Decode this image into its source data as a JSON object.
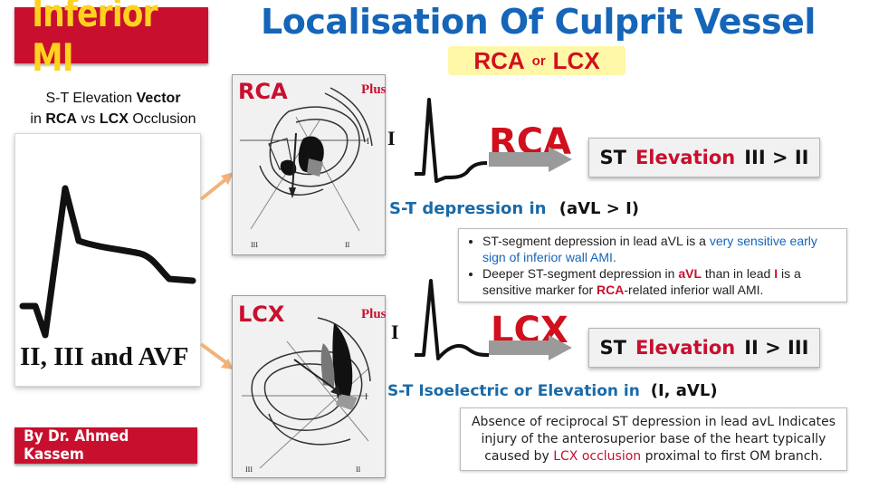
{
  "header": {
    "badge": "Inferior MI",
    "title": "Localisation Of Culprit Vessel",
    "subtitle": {
      "left": "RCA",
      "middle": "or",
      "right": "LCX"
    }
  },
  "left_panel": {
    "vector_label_line1_pre": "S-T Elevation ",
    "vector_label_line1_bold": "Vector",
    "vector_label_line2_pre": "in ",
    "vector_label_line2_a": "RCA",
    "vector_label_line2_mid": " vs ",
    "vector_label_line2_b": "LCX",
    "vector_label_line2_post": " Occlusion",
    "leads": "II, III and AVF",
    "author": "By Dr. Ahmed Kassem"
  },
  "rca": {
    "tag": "RCA",
    "plus": "Plus",
    "lead_label": "I",
    "axis_I": "I",
    "axis_II": "II",
    "axis_III": "III",
    "vessel": "RCA",
    "result_prefix": "ST",
    "result_red": "Elevation",
    "result_suffix": "III > II",
    "finding_blue": "S-T depression in",
    "finding_dark": "(aVL > I)",
    "bullet1_a": "ST-segment depression in lead aVL is a ",
    "bullet1_b": "very sensitive early sign of inferior wall AMI.",
    "bullet2_a": "Deeper ST-segment depression in ",
    "bullet2_b": "aVL",
    "bullet2_c": " than in lead ",
    "bullet2_d": "I",
    "bullet2_e": " is a sensitive marker for ",
    "bullet2_f": "RCA",
    "bullet2_g": "-related inferior wall AMI."
  },
  "lcx": {
    "tag": "LCX",
    "plus": "Plus",
    "lead_label": "I",
    "axis_I": "I",
    "axis_II": "II",
    "axis_III": "III",
    "vessel": "LCX",
    "result_prefix": "ST",
    "result_red": "Elevation",
    "result_suffix": "II > III",
    "finding_blue": "S-T Isoelectric or Elevation in",
    "finding_dark": "(I, aVL)",
    "note_a": "Absence of reciprocal ST depression in lead avL Indicates injury of the anterosuperior base of the heart typically caused by ",
    "note_b": "LCX occlusion",
    "note_c": " proximal to first OM branch."
  },
  "colors": {
    "red": "#c8102e",
    "blue": "#1565b8",
    "yellow": "#ffd21f",
    "arrow_orange": "#f2b27a"
  }
}
